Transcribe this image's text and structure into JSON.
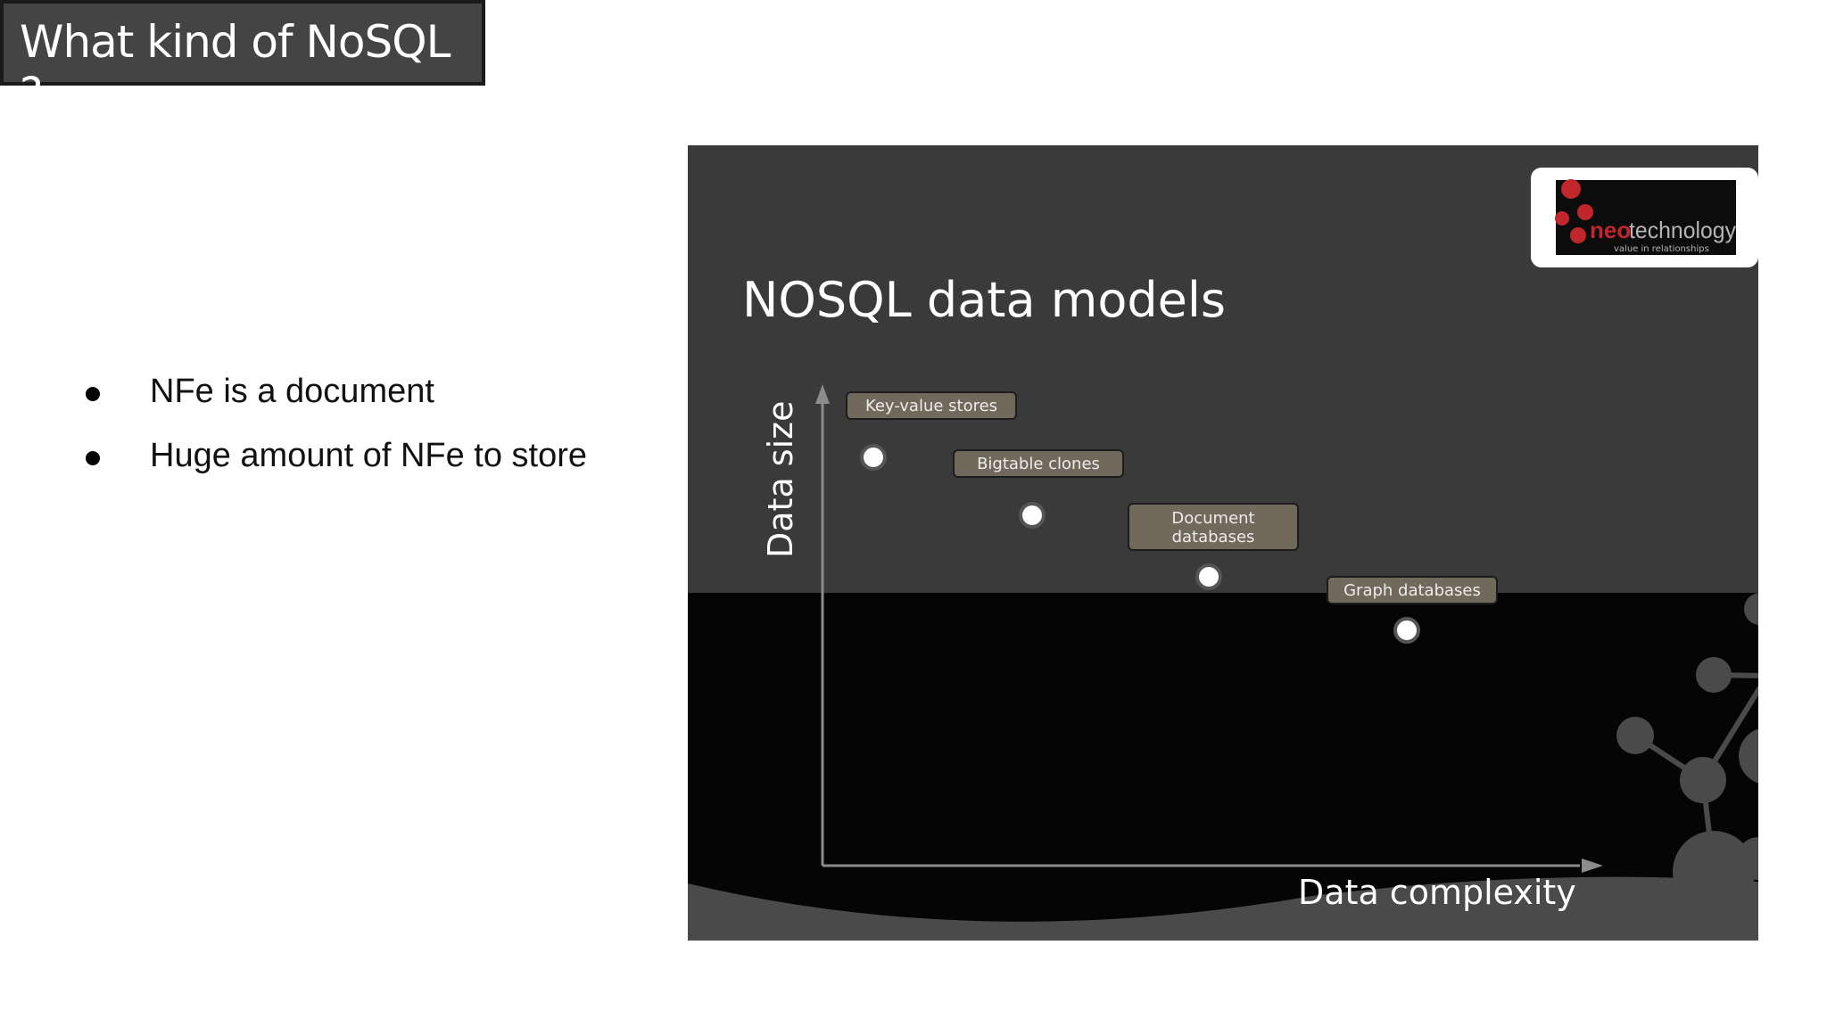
{
  "slide": {
    "title": "What kind of NoSQL ?",
    "bullets": [
      "NFe is a document",
      "Huge amount of NFe to store"
    ]
  },
  "figure": {
    "heading": "NOSQL data models",
    "y_axis_label": "Data size",
    "x_axis_label": "Data complexity",
    "logo": {
      "text_a": "neo",
      "text_b": "technology",
      "tagline": "value in relationships"
    },
    "points": [
      {
        "lines": [
          "Key-value stores"
        ]
      },
      {
        "lines": [
          "Bigtable clones"
        ]
      },
      {
        "lines": [
          "Document",
          "databases"
        ]
      },
      {
        "lines": [
          "Graph databases"
        ]
      }
    ],
    "colors": {
      "upper_bg": "#3a3a3a",
      "lower_bg": "#050505",
      "label_box": "#71695b",
      "logo_red": "#c0262c",
      "decor": "#4a4a4a"
    }
  }
}
